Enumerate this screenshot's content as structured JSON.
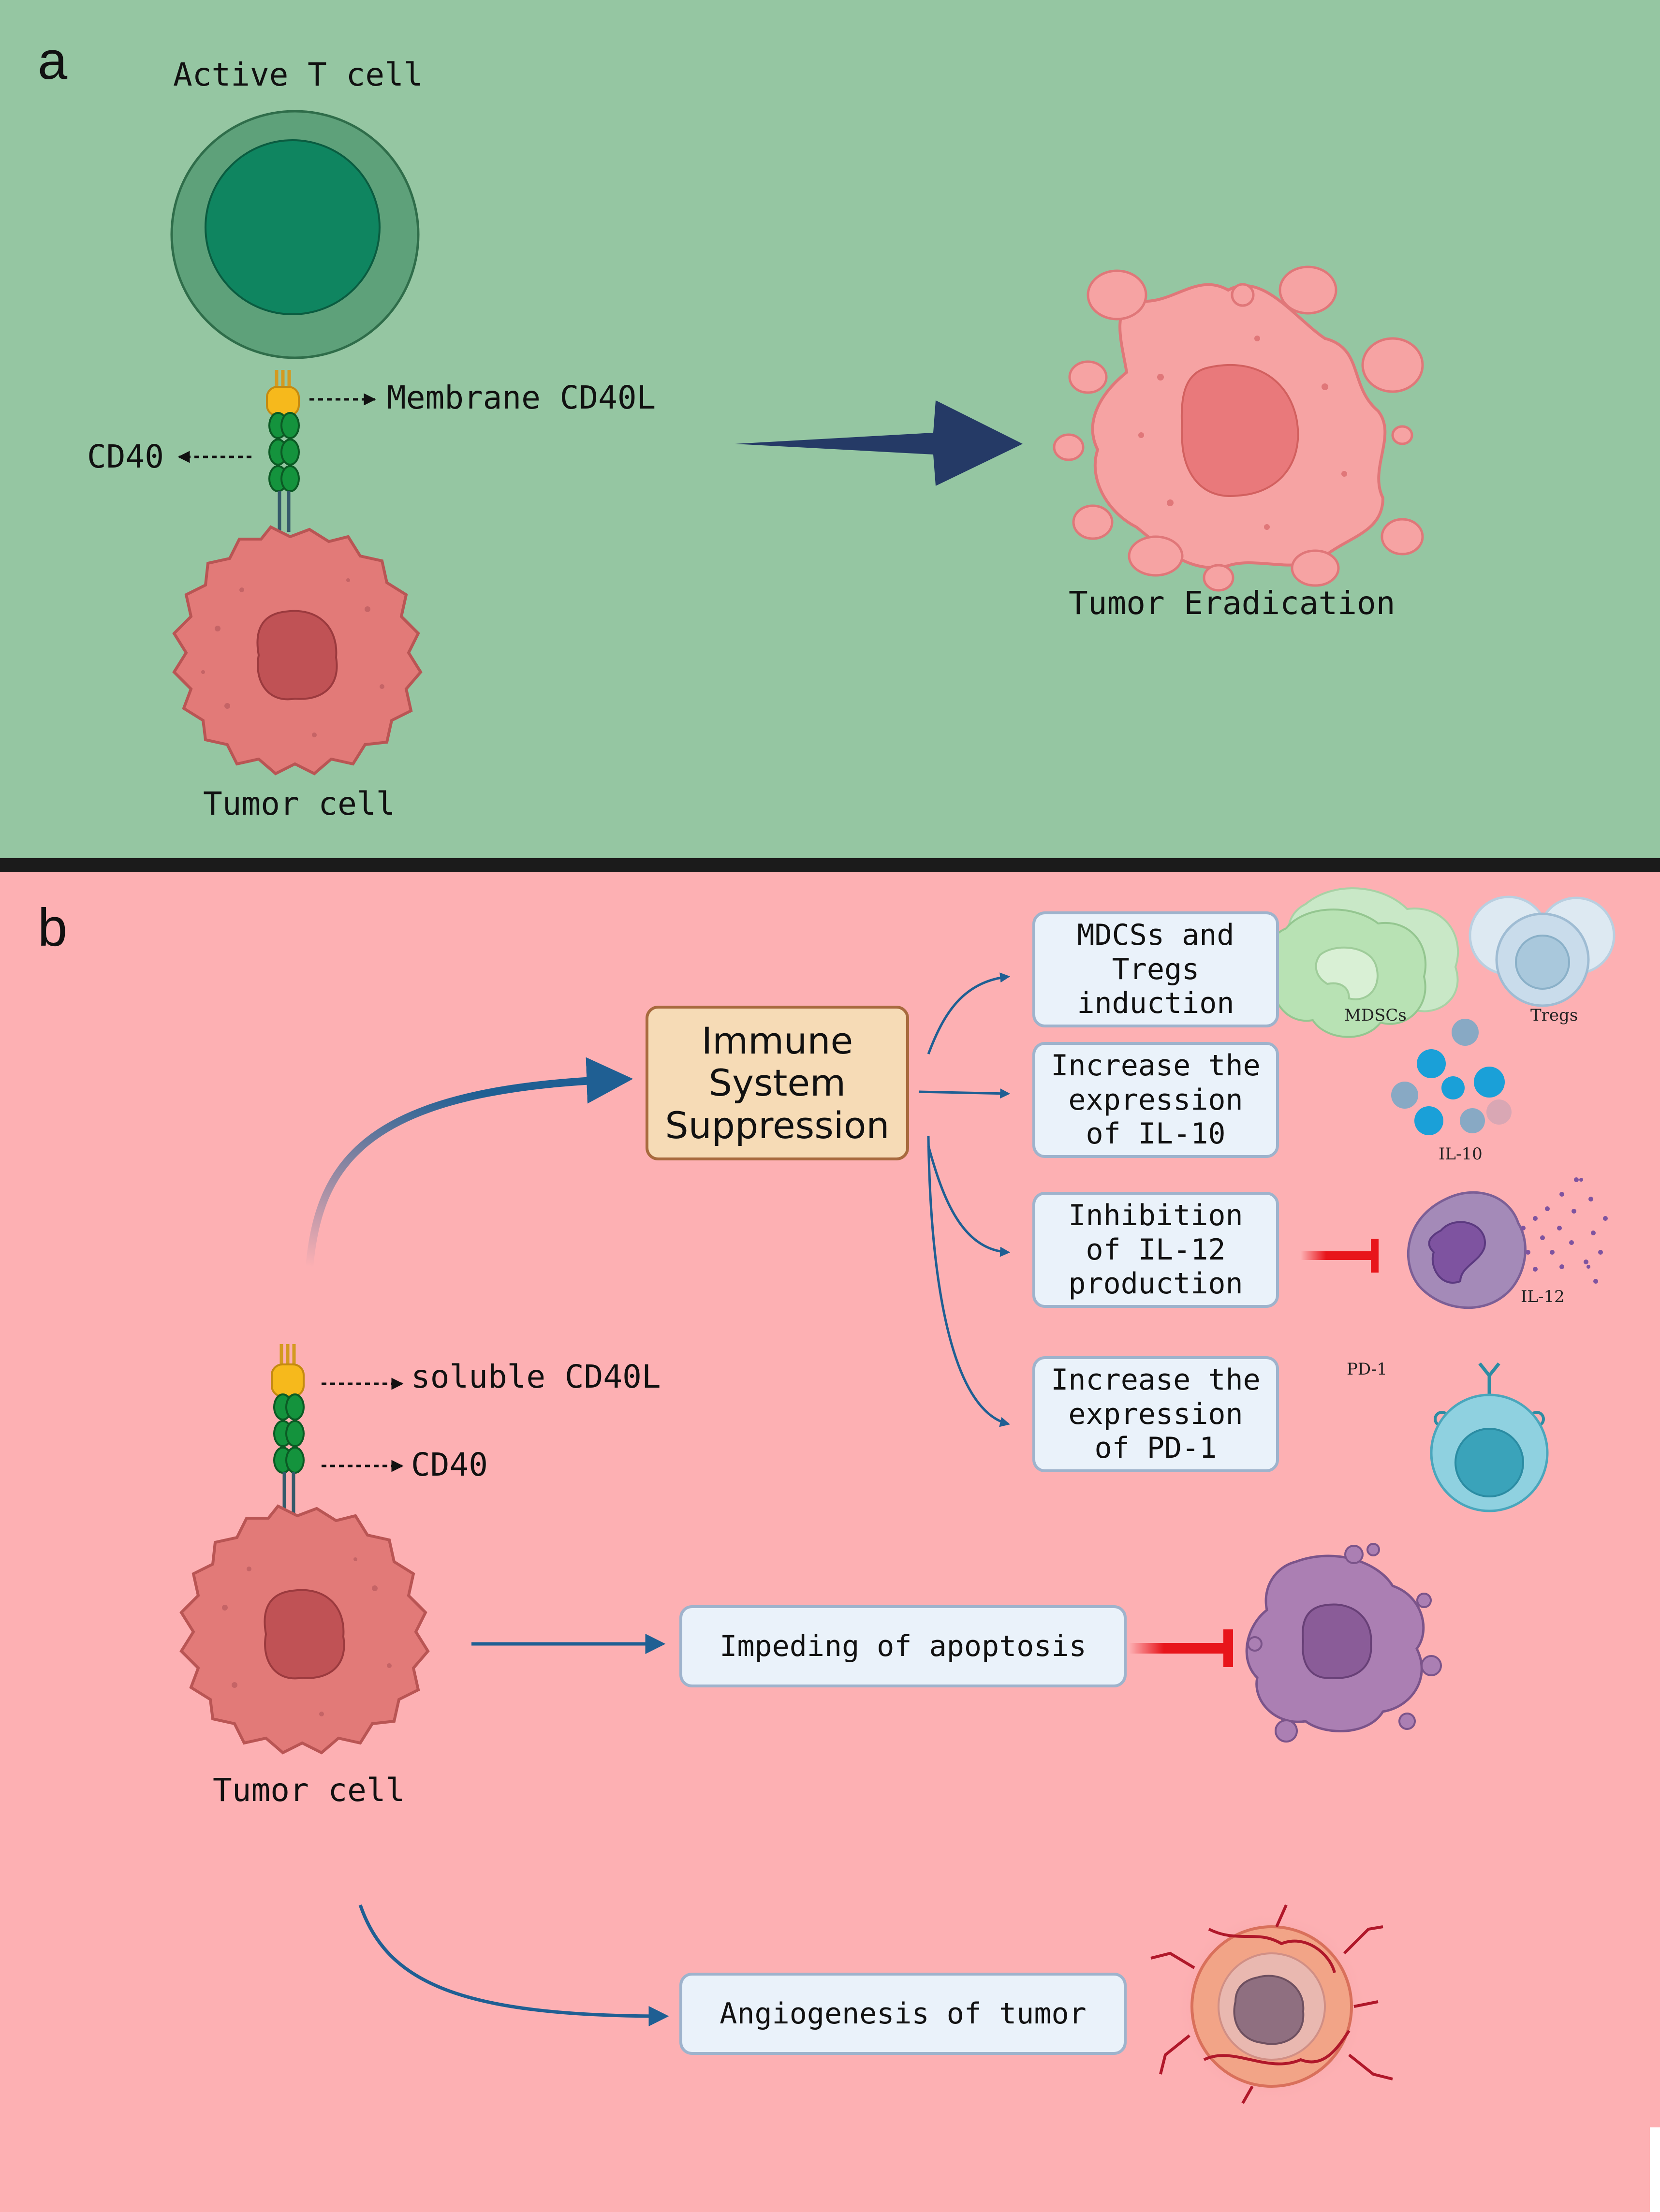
{
  "panel_a": {
    "letter": "a",
    "t_cell_label": "Active T cell",
    "membrane_cd40l_label": "Membrane CD40L",
    "cd40_label": "CD40",
    "tumor_cell_label": "Tumor cell",
    "eradication_label": "Tumor Eradication"
  },
  "panel_b": {
    "letter": "b",
    "soluble_cd40l_label": "soluble CD40L",
    "cd40_label": "CD40",
    "tumor_cell_label": "Tumor cell",
    "immune_box": "Immune\nSystem\nSuppression",
    "effects": [
      "MDCSs and\nTregs\ninduction",
      "Increase the\nexpression\nof IL-10",
      "Inhibition\nof IL-12\nproduction",
      "Increase the\nexpression\nof PD-1"
    ],
    "apoptosis_box": "Impeding of apoptosis",
    "angiogenesis_box": "Angiogenesis of tumor",
    "icon_labels": {
      "mdscs": "MDSCs",
      "tregs": "Tregs",
      "il10": "IL-10",
      "il12": "IL-12",
      "pd1": "PD-1"
    }
  },
  "colors": {
    "panel_a_bg": "#95c6a2",
    "panel_b_bg": "#fdb0b3",
    "divider": "#1b1b1b",
    "big_arrow": "#253a66",
    "flow_arrow": "#1f5f93",
    "inhibit": "#e8151b"
  }
}
